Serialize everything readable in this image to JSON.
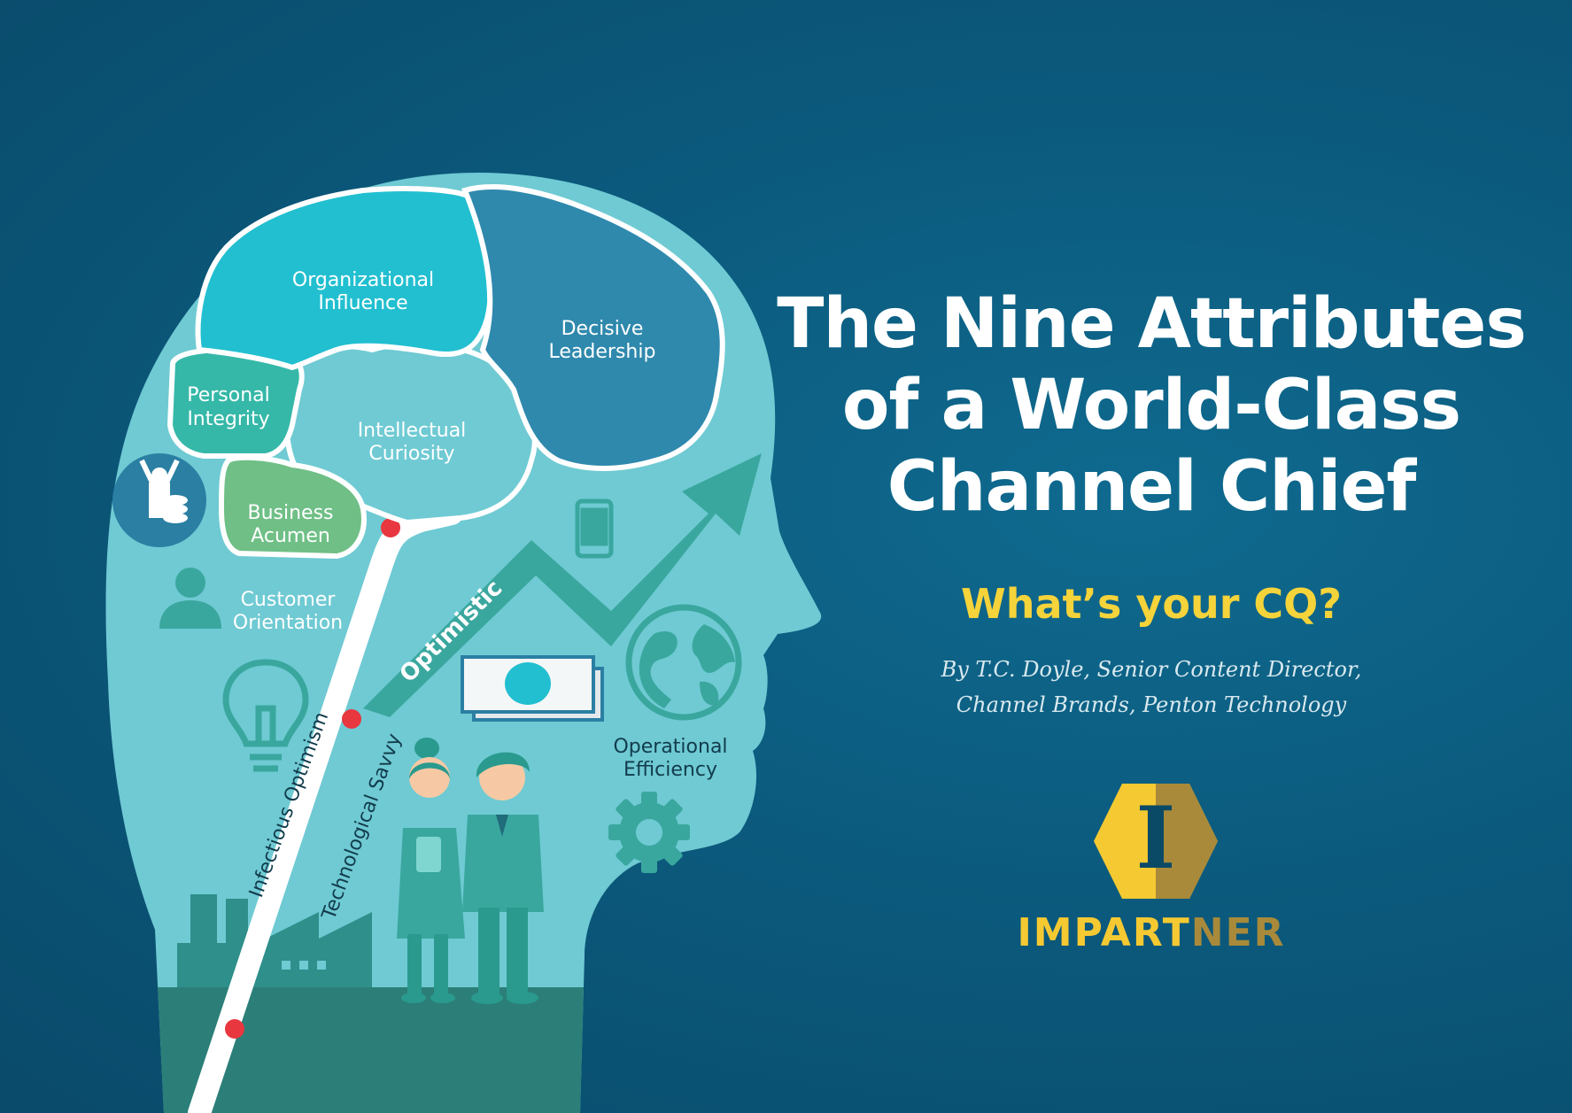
{
  "title": {
    "line1": "The Nine Attributes",
    "line2": "of a World-Class",
    "line3": "Channel Chief"
  },
  "subtitle": "What’s your CQ?",
  "byline": {
    "line1": "By T.C. Doyle, Senior Content Director,",
    "line2": "Channel Brands, Penton Technology"
  },
  "brand": {
    "part1": "IMPART",
    "part2": "NER",
    "logo_letter": "I"
  },
  "attributes": {
    "organizational_influence": [
      "Organizational",
      "Influence"
    ],
    "decisive_leadership": [
      "Decisive",
      "Leadership"
    ],
    "personal_integrity": [
      "Personal",
      "Integrity"
    ],
    "intellectual_curiosity": [
      "Intellectual",
      "Curiosity"
    ],
    "business_acumen": [
      "Business",
      "Acumen"
    ],
    "customer_orientation": [
      "Customer",
      "Orientation"
    ],
    "operational_efficiency": [
      "Operational",
      "Efficiency"
    ],
    "infectious_optimism": "Infectious Optimism",
    "technological_savvy": "Technological Savvy",
    "optimistic": "Optimistic"
  },
  "colors": {
    "background": "#0b5a7d",
    "head": "#6fcad3",
    "organizational_influence": "#22bfd0",
    "decisive_leadership": "#2f89ad",
    "personal_integrity": "#35b8a8",
    "intellectual_curiosity": "#6fcad3",
    "business_acumen": "#6fbf86",
    "icons": "#3aa79e",
    "title": "#ffffff",
    "subtitle": "#f5d33a",
    "brand_gold": "#f5c932",
    "brand_bronze": "#a88a3a"
  },
  "icons": [
    "money-person-icon",
    "smartphone-icon",
    "person-icon",
    "lightbulb-icon",
    "globe-icon",
    "banknote-icon",
    "gear-icon",
    "people-icon",
    "factory-icon"
  ]
}
